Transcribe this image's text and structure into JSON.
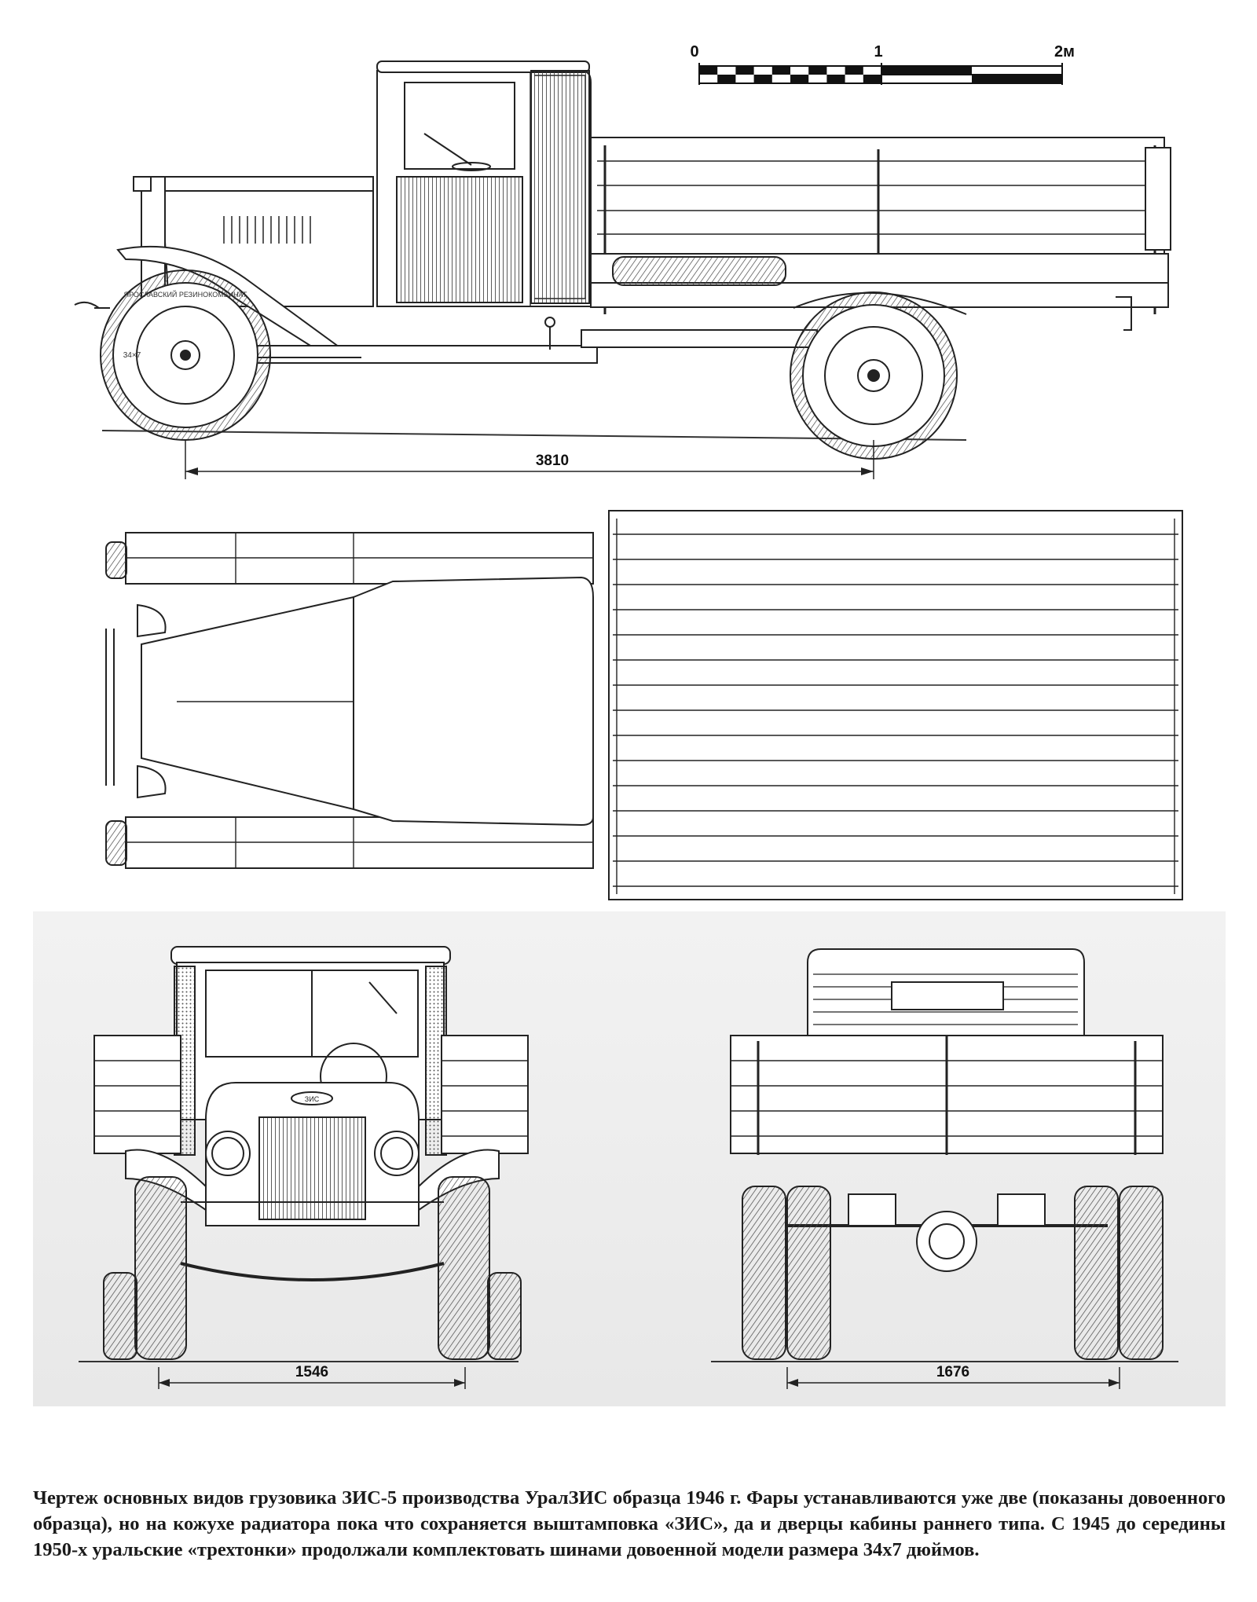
{
  "scale_bar": {
    "labels": [
      "0",
      "1",
      "2м"
    ]
  },
  "dimensions": {
    "wheelbase": "3810",
    "front_track": "1546",
    "rear_track": "1676"
  },
  "tire_marking": {
    "brand": "ЯРОСЛАВСКИЙ РЕЗИНОКОМБИНАТ",
    "size": "34×7"
  },
  "radiator_emblem": "ЗИС",
  "caption": "Чертеж основных видов грузовика ЗИС-5 производства УралЗИС образца 1946 г. Фары устанавливаются уже две (показаны довоенного образца), но на кожухе радиатора пока что сохраняется выштамповка «ЗИС», да и дверцы кабины раннего типа. С 1945 до середины 1950-х уральские «трехтонки» продолжали комплектовать шинами довоенной модели размера 34х7 дюймов."
}
